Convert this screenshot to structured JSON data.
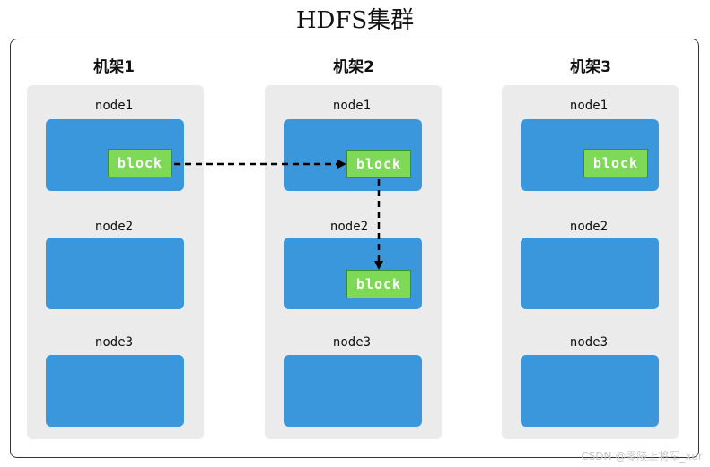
{
  "title": "HDFS集群",
  "racks": [
    {
      "label": "机架1",
      "nodes": [
        "node1",
        "node2",
        "node3"
      ]
    },
    {
      "label": "机架2",
      "nodes": [
        "node1",
        "node2",
        "node3"
      ]
    },
    {
      "label": "机架3",
      "nodes": [
        "node1",
        "node2",
        "node3"
      ]
    }
  ],
  "block_label": "block",
  "watermark": "CSDN @零陵上将军_xdr",
  "colors": {
    "rack_bg": "#ebebeb",
    "node": "#3a97dc",
    "block": "#7ed957",
    "arrow": "#000000"
  }
}
